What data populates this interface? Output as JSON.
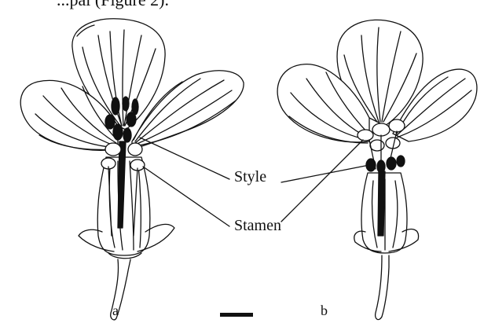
{
  "caption_fragment": "...pal (Figure 2).",
  "labels": {
    "style": "Style",
    "stamen": "Stamen",
    "panel_a": "a",
    "panel_b": "b"
  },
  "colors": {
    "line": "#111111",
    "fill_dark": "#111111",
    "background": "#ffffff"
  }
}
